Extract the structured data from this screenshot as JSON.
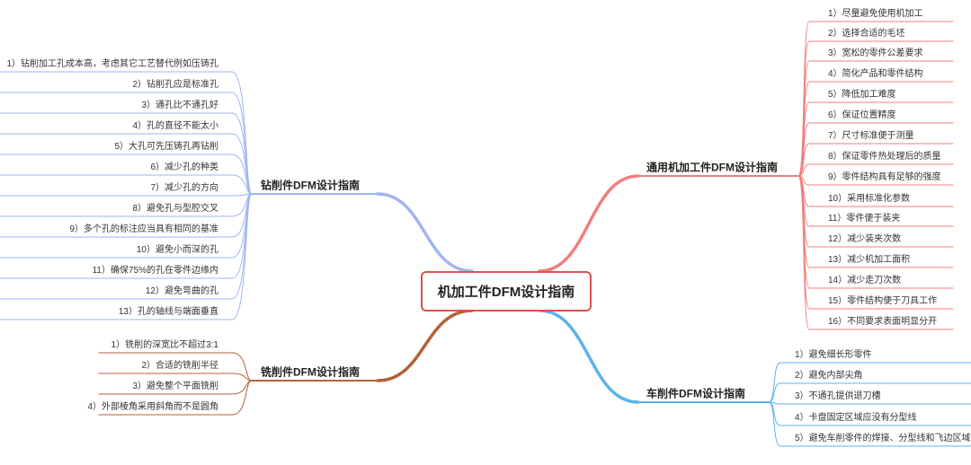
{
  "central_topic": "机加工件DFM设计指南",
  "colors": {
    "general": "#f07f7f",
    "drilling": "#9fb5f0",
    "milling": "#b3613b",
    "turning": "#5ab4e8",
    "central_border": "#d9534f"
  },
  "branches": [
    {
      "key": "general",
      "title": "通用机加工件DFM设计指南",
      "items": [
        "1）尽量避免使用机加工",
        "2）选择合适的毛坯",
        "3）宽松的零件公差要求",
        "4）简化产品和零件结构",
        "5）降低加工难度",
        "6）保证位置精度",
        "7）尺寸标准便于测量",
        "8）保证零件热处理后的质量",
        "9）零件结构具有足够的强度",
        "10）采用标准化参数",
        "11）零件便于装夹",
        "12）减少装夹次数",
        "13）减少机加工面积",
        "14）减少走刀次数",
        "15）零件结构便于刀具工作",
        "16）不同要求表面明显分开"
      ]
    },
    {
      "key": "drilling",
      "title": "钻削件DFM设计指南",
      "items": [
        "1）钻削加工孔成本高，考虑其它工艺替代例如压铸孔",
        "2）钻削孔应是标准孔",
        "3）通孔比不通孔好",
        "4）孔的直径不能太小",
        "5）大孔可先压铸孔再钻削",
        "6）减少孔的种类",
        "7）减少孔的方向",
        "8）避免孔与型腔交叉",
        "9）多个孔的标注应当具有相同的基准",
        "10）避免小而深的孔",
        "11）确保75%的孔在零件边缘内",
        "12）避免弯曲的孔",
        "13）孔的轴线与端面垂直"
      ]
    },
    {
      "key": "milling",
      "title": "铣削件DFM设计指南",
      "items": [
        "1）铣削的深宽比不超过3:1",
        "2）合适的铣削半径",
        "3）避免整个平面铣削",
        "4）外部棱角采用斜角而不是圆角"
      ]
    },
    {
      "key": "turning",
      "title": "车削件DFM设计指南",
      "items": [
        "1）避免细长形零件",
        "2）避免内部尖角",
        "3）不通孔提供退刀槽",
        "4）卡盘固定区域应没有分型线",
        "5）避免车削零件的焊接、分型线和飞边区域"
      ]
    }
  ]
}
